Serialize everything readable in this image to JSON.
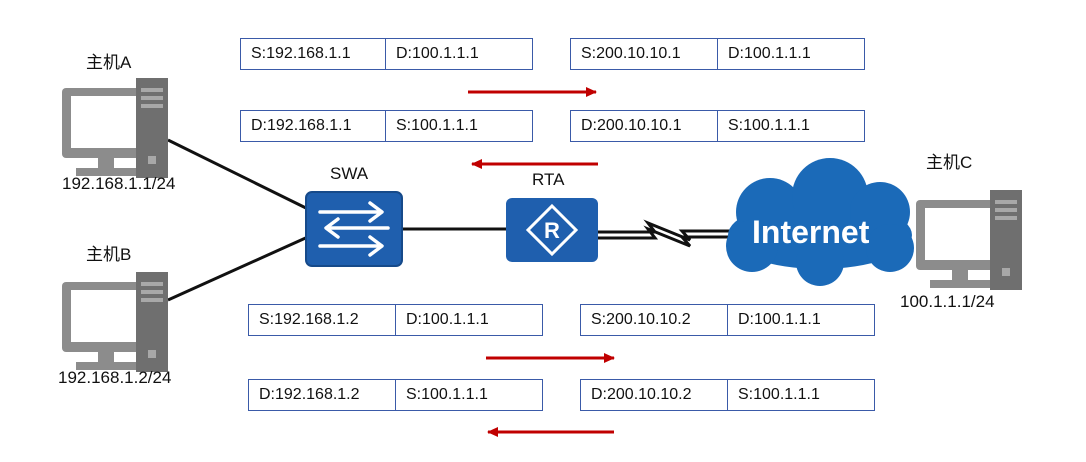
{
  "hosts": {
    "a": {
      "name": "主机A",
      "ip": "192.168.1.1/24"
    },
    "b": {
      "name": "主机B",
      "ip": "192.168.1.2/24"
    },
    "c": {
      "name": "主机C",
      "ip": "100.1.1.1/24"
    }
  },
  "devices": {
    "switch": "SWA",
    "router": "RTA",
    "cloud": "Internet"
  },
  "packets": {
    "a_out_inside": {
      "src": "S:192.168.1.1",
      "dst": "D:100.1.1.1"
    },
    "a_out_outside": {
      "src": "S:200.10.10.1",
      "dst": "D:100.1.1.1"
    },
    "a_in_inside": {
      "dst": "D:192.168.1.1",
      "src": "S:100.1.1.1"
    },
    "a_in_outside": {
      "dst": "D:200.10.10.1",
      "src": "S:100.1.1.1"
    },
    "b_out_inside": {
      "src": "S:192.168.1.2",
      "dst": "D:100.1.1.1"
    },
    "b_out_outside": {
      "src": "S:200.10.10.2",
      "dst": "D:100.1.1.1"
    },
    "b_in_inside": {
      "dst": "D:192.168.1.2",
      "src": "S:100.1.1.1"
    },
    "b_in_outside": {
      "dst": "D:200.10.10.2",
      "src": "S:100.1.1.1"
    }
  },
  "colors": {
    "device_blue": "#1f5fae",
    "cloud_blue": "#1b6ab8",
    "arrow_red": "#c00000",
    "table_border": "#3a5aa8",
    "computer_gray": "#8a8a8a"
  }
}
